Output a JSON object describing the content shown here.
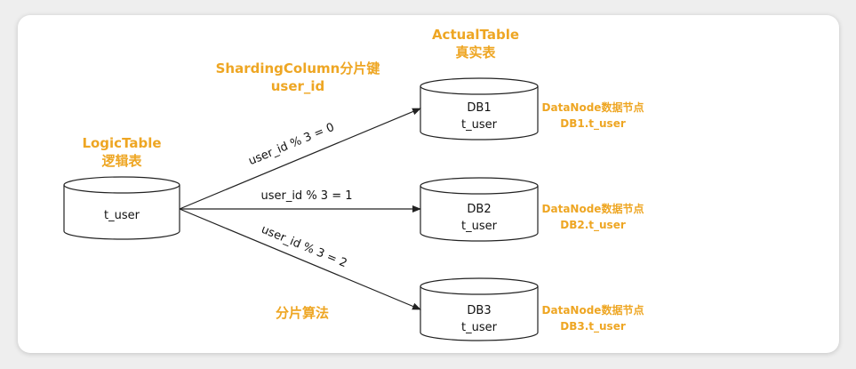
{
  "logic_table": {
    "title": "LogicTable",
    "subtitle": "逻辑表",
    "name": "t_user"
  },
  "actual_table": {
    "title": "ActualTable",
    "subtitle": "真实表"
  },
  "sharding_column": {
    "title": "ShardingColumn分片键",
    "value": "user_id"
  },
  "algorithm_label": "分片算法",
  "databases": [
    {
      "db": "DB1",
      "table": "t_user",
      "node_label": "DataNode数据节点",
      "node_value": "DB1.t_user"
    },
    {
      "db": "DB2",
      "table": "t_user",
      "node_label": "DataNode数据节点",
      "node_value": "DB2.t_user"
    },
    {
      "db": "DB3",
      "table": "t_user",
      "node_label": "DataNode数据节点",
      "node_value": "DB3.t_user"
    }
  ],
  "edges": [
    {
      "expr": "user_id % 3 = 0"
    },
    {
      "expr": "user_id % 3 = 1"
    },
    {
      "expr": "user_id % 3 = 2"
    }
  ],
  "colors": {
    "accent": "#eea623",
    "line": "#222222",
    "background": "#eeeeee",
    "card": "#ffffff"
  }
}
